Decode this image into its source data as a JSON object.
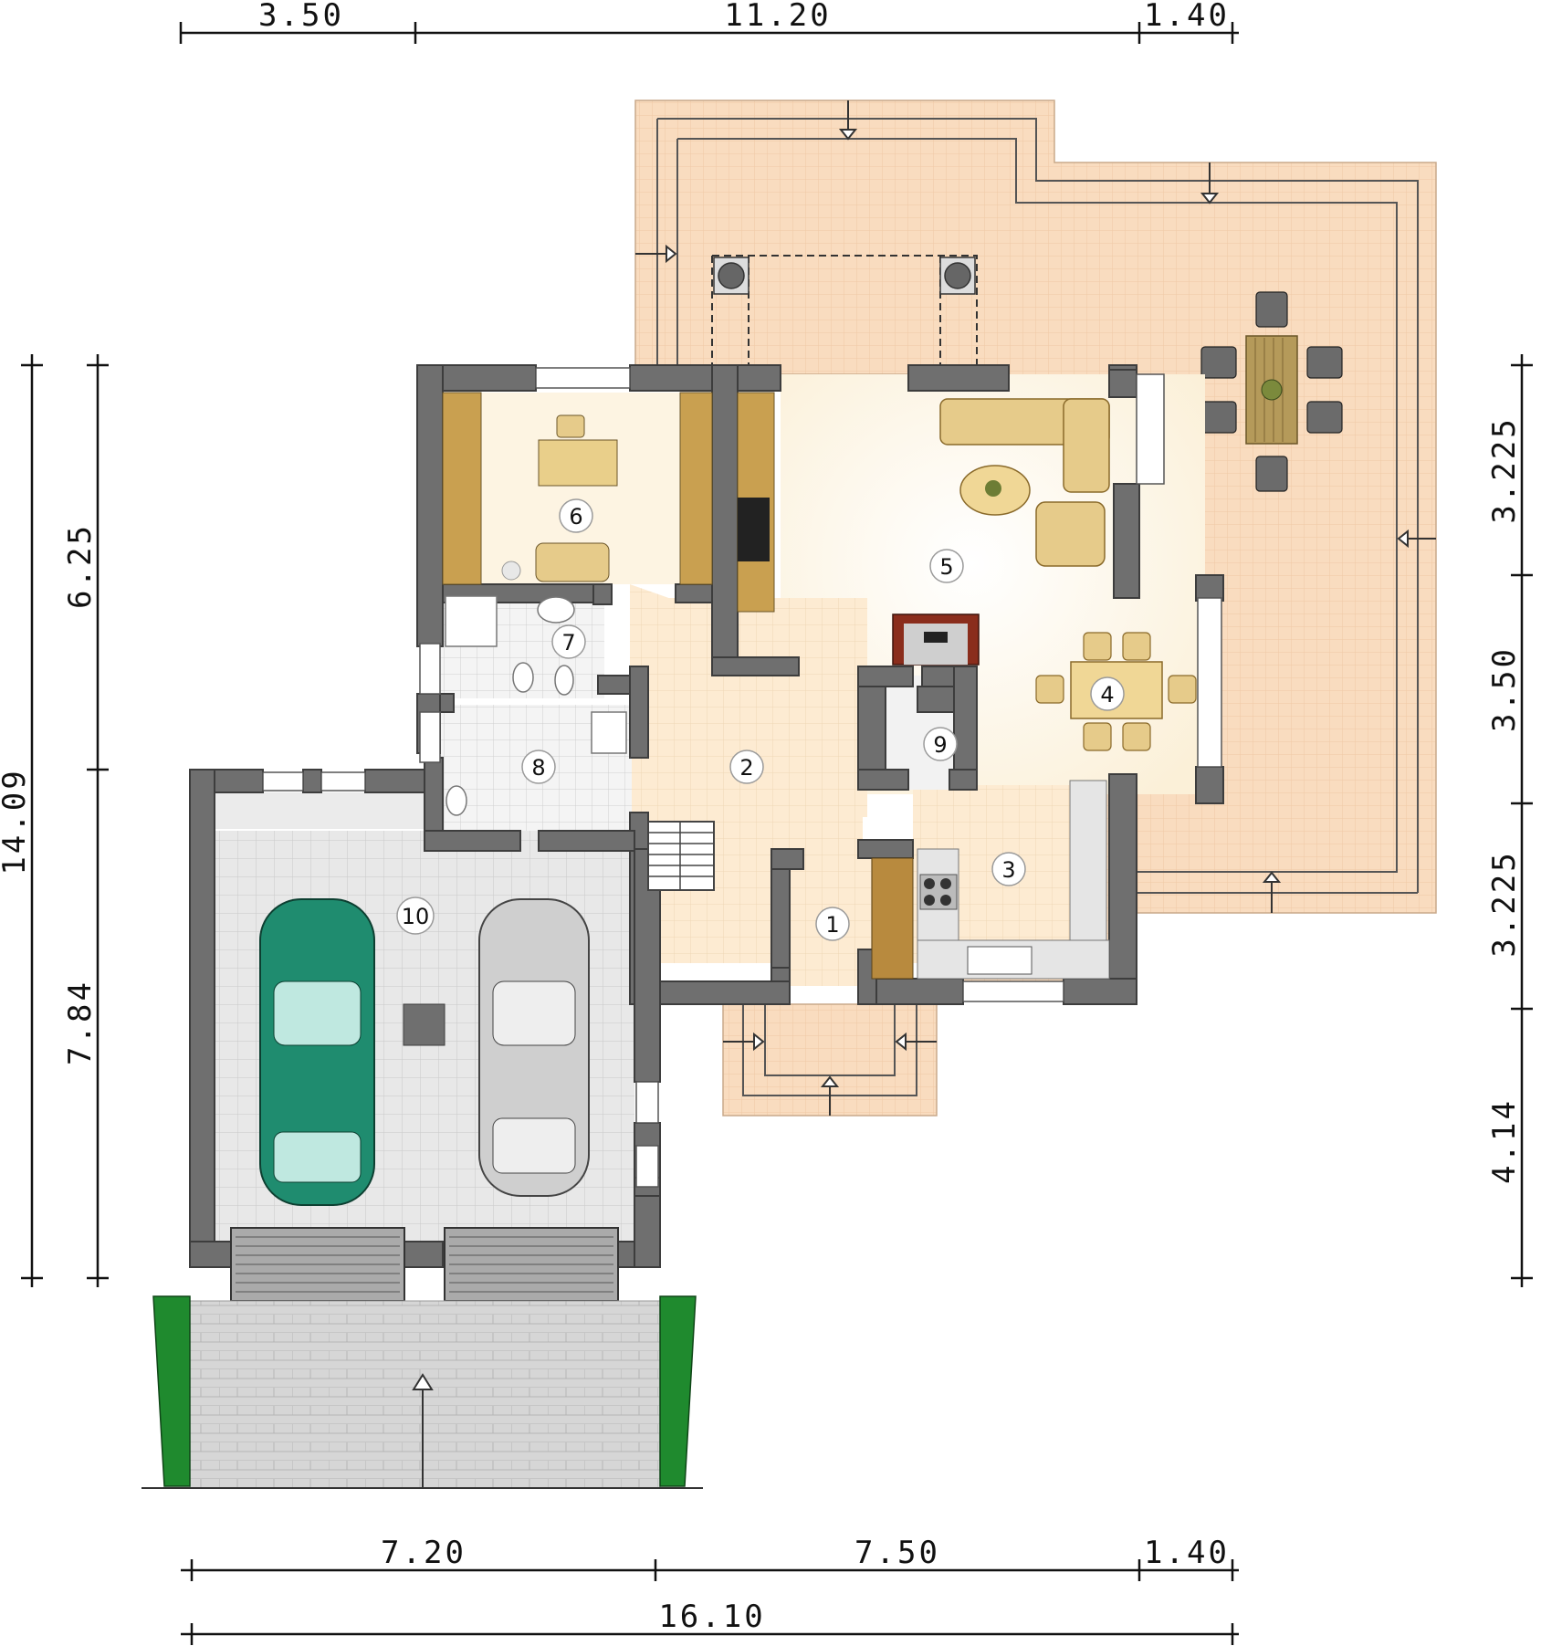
{
  "dimensions": {
    "top": [
      "3.50",
      "11.20",
      "1.40"
    ],
    "bottom_row1": [
      "7.20",
      "7.50",
      "1.40"
    ],
    "bottom_total": "16.10",
    "left_outer": "14.09",
    "left_inner": [
      "6.25",
      "7.84"
    ],
    "right": [
      "3.225",
      "3.50",
      "3.225",
      "4.14"
    ]
  },
  "rooms": [
    "1",
    "2",
    "3",
    "4",
    "5",
    "6",
    "7",
    "8",
    "9",
    "10"
  ],
  "colors": {
    "wall": "#6f6f6f",
    "terrace": "#f9dcbf",
    "interior_floor": "#fdf3e0",
    "tile": "#eeeeee",
    "garage_floor": "#e6e6e6",
    "car_green": "#1f8c6f",
    "car_silver": "#cfcfcf",
    "hedge": "#1f8a2e",
    "furniture": "#c9a050",
    "sofa": "#e6cb8a"
  }
}
